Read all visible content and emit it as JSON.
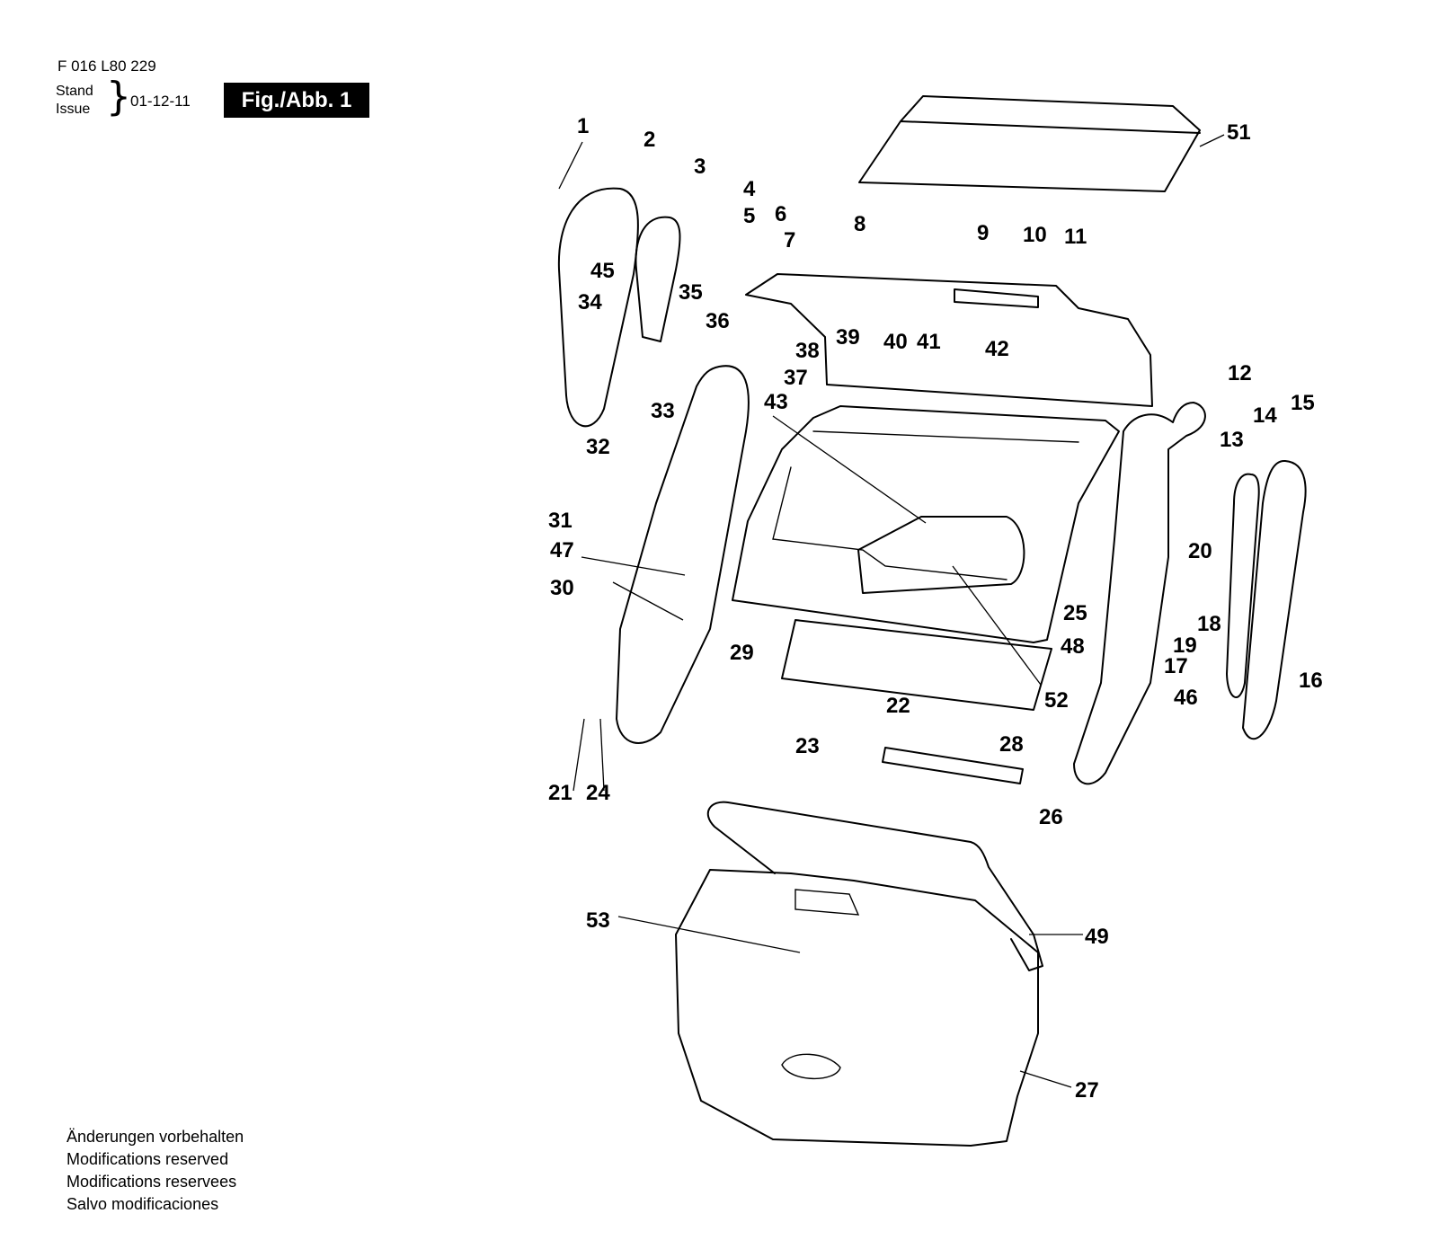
{
  "header": {
    "part_number": "F 016 L80 229",
    "stand_label": "Stand",
    "issue_label": "Issue",
    "date": "01-12-11",
    "figure_label": "Fig./Abb. 1"
  },
  "callouts": [
    "1",
    "2",
    "3",
    "4",
    "5",
    "6",
    "7",
    "8",
    "9",
    "10",
    "11",
    "12",
    "13",
    "14",
    "15",
    "16",
    "17",
    "18",
    "19",
    "20",
    "21",
    "22",
    "23",
    "24",
    "25",
    "26",
    "27",
    "28",
    "29",
    "30",
    "31",
    "32",
    "33",
    "34",
    "35",
    "36",
    "37",
    "38",
    "39",
    "40",
    "41",
    "42",
    "43",
    "45",
    "46",
    "47",
    "48",
    "49",
    "51",
    "52",
    "53"
  ],
  "footer": {
    "lines": [
      "Änderungen vorbehalten",
      "Modifications reserved",
      "Modifications reservees",
      "Salvo modificaciones"
    ]
  }
}
